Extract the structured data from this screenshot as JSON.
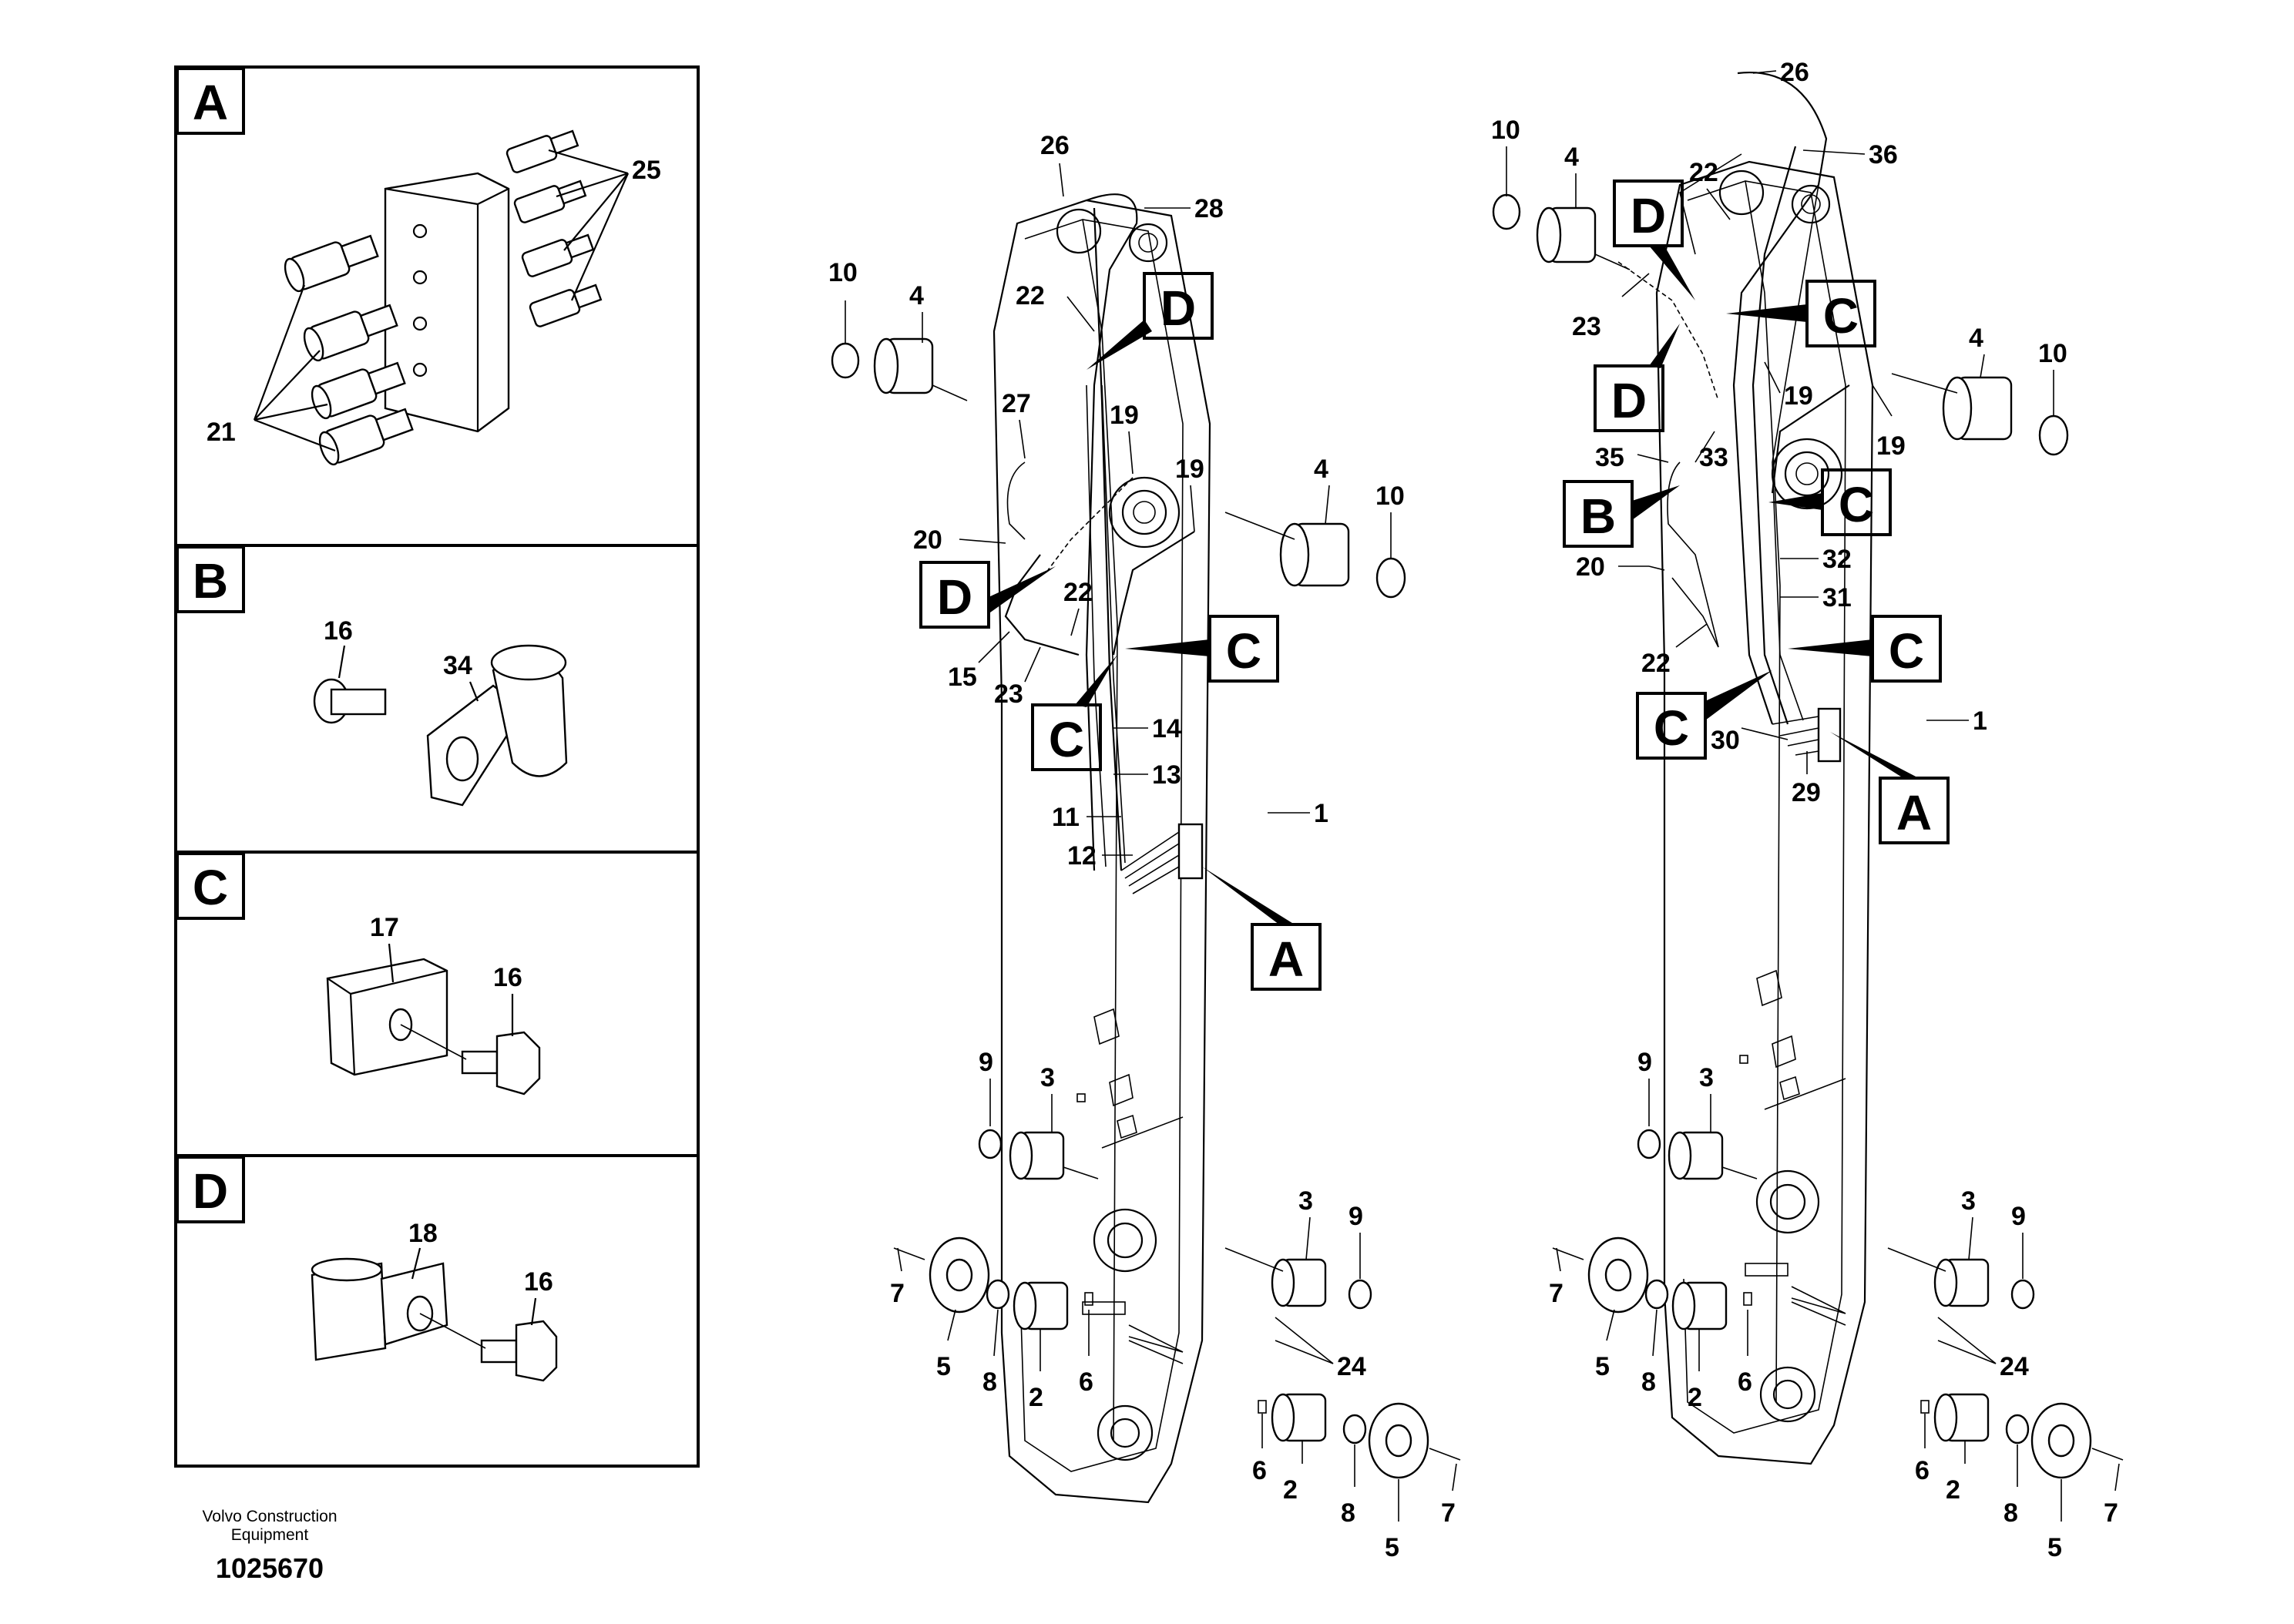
{
  "document": {
    "company_line1": "Volvo Construction",
    "company_line2": "Equipment",
    "number": "1025670"
  },
  "detail_panels": [
    {
      "letter": "A",
      "callouts": [
        "25",
        "21"
      ]
    },
    {
      "letter": "B",
      "callouts": [
        "16",
        "34"
      ]
    },
    {
      "letter": "C",
      "callouts": [
        "17",
        "16"
      ]
    },
    {
      "letter": "D",
      "callouts": [
        "18",
        "16"
      ]
    }
  ],
  "views": {
    "left_boom": {
      "part_callouts": [
        "26",
        "28",
        "10",
        "4",
        "22",
        "27",
        "19",
        "19",
        "4",
        "10",
        "20",
        "22",
        "15",
        "23",
        "14",
        "13",
        "11",
        "12",
        "1",
        "9",
        "3",
        "3",
        "9",
        "7",
        "5",
        "8",
        "2",
        "6",
        "24",
        "6",
        "2",
        "8",
        "5",
        "7"
      ],
      "detail_refs": [
        "D",
        "D",
        "C",
        "C",
        "A"
      ]
    },
    "right_boom": {
      "part_callouts": [
        "26",
        "36",
        "10",
        "4",
        "22",
        "23",
        "19",
        "4",
        "10",
        "19",
        "35",
        "33",
        "20",
        "32",
        "31",
        "22",
        "30",
        "29",
        "1",
        "9",
        "3",
        "3",
        "9",
        "7",
        "5",
        "8",
        "2",
        "6",
        "24",
        "6",
        "2",
        "8",
        "5",
        "7"
      ],
      "detail_refs": [
        "D",
        "D",
        "C",
        "C",
        "B",
        "C",
        "C",
        "A"
      ]
    }
  }
}
